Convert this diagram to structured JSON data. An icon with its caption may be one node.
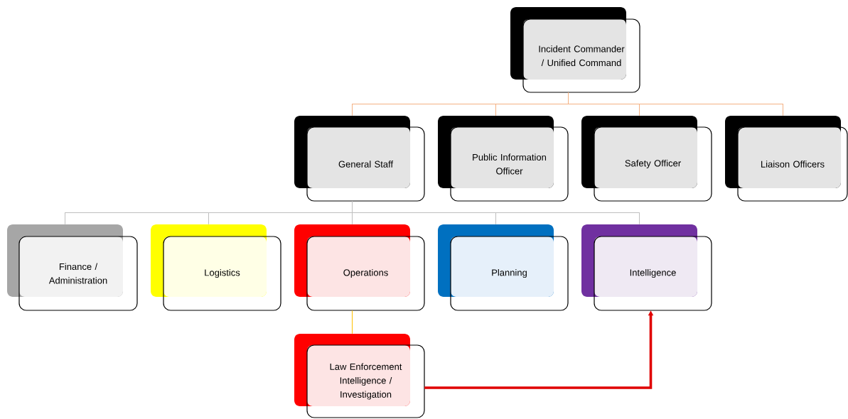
{
  "diagram": {
    "nodes": [
      {
        "text": [
          "Incident Commander / Unified Command"
        ]
      },
      {
        "text": [
          "General Staff"
        ]
      },
      {
        "text": [
          "Public Information Officer"
        ]
      },
      {
        "text": [
          "Safety Officer"
        ]
      },
      {
        "text": [
          "Liaison Officers"
        ]
      },
      {
        "text": [
          "Finance / Administration"
        ]
      },
      {
        "text": [
          "Logistics"
        ]
      },
      {
        "text": [
          "Operations"
        ]
      },
      {
        "text": [
          "Planning"
        ]
      },
      {
        "text": [
          "Intelligence"
        ]
      },
      {
        "text": [
          "Law Enforcement Intelligence / Investigation"
        ]
      }
    ],
    "edges": [
      {
        "from": 0,
        "to": 1,
        "arrow": "none",
        "color": "#f4b183"
      },
      {
        "from": 0,
        "to": 2,
        "arrow": "none",
        "color": "#f4b183"
      },
      {
        "from": 0,
        "to": 3,
        "arrow": "none",
        "color": "#f4b183"
      },
      {
        "from": 0,
        "to": 4,
        "arrow": "none",
        "color": "#f4b183"
      },
      {
        "from": 1,
        "to": 5,
        "arrow": "none"
      },
      {
        "from": 1,
        "to": 6,
        "arrow": "none"
      },
      {
        "from": 1,
        "to": 7,
        "arrow": "none"
      },
      {
        "from": 1,
        "to": 8,
        "arrow": "none"
      },
      {
        "from": 1,
        "to": 9,
        "arrow": "none"
      },
      {
        "from": 7,
        "to": 10,
        "arrow": "none",
        "color": "#ffc000"
      },
      {
        "from": 10,
        "to": 9,
        "arrow": "to",
        "style": "thick",
        "color": "#e00000"
      }
    ]
  }
}
